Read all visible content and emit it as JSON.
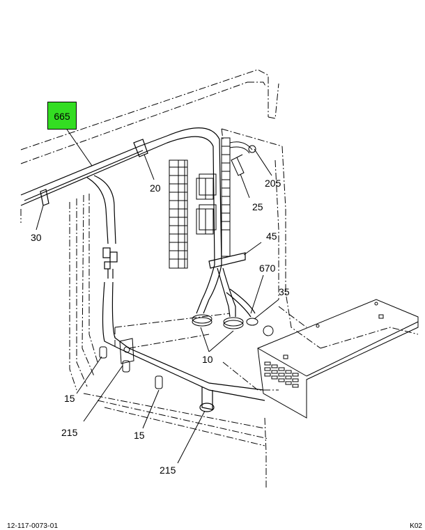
{
  "highlight": {
    "label": "665",
    "color": "#33dd22"
  },
  "callouts": {
    "c665": "665",
    "c20": "20",
    "c205": "205",
    "c25": "25",
    "c30": "30",
    "c45": "45",
    "c670": "670",
    "c35": "35",
    "c10": "10",
    "c15a": "15",
    "c215a": "215",
    "c15b": "15",
    "c215b": "215"
  },
  "footer": {
    "drawing_number": "12-117-0073-01",
    "sheet_code": "K02"
  }
}
